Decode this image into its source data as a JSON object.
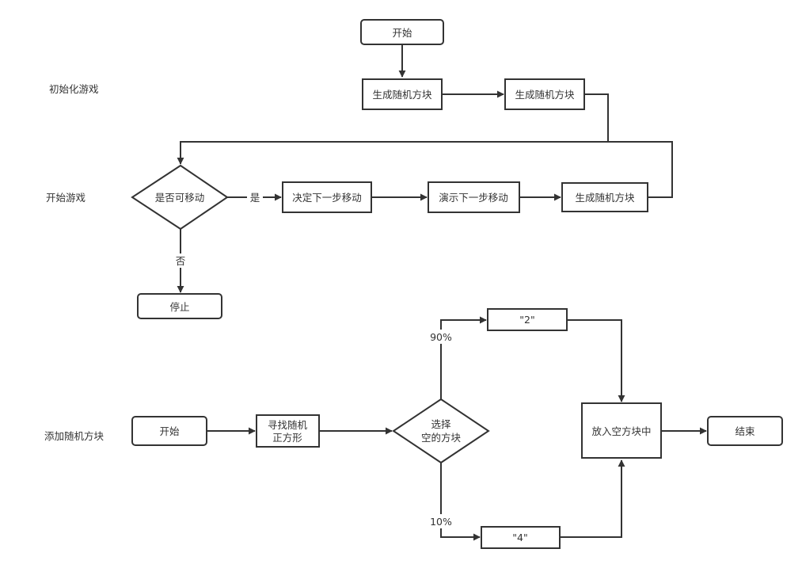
{
  "lanes": {
    "init": "初始化游戏",
    "play": "开始游戏",
    "add": "添加随机方块"
  },
  "nodes": {
    "start1": "开始",
    "gen1": "生成随机方块",
    "gen2": "生成随机方块",
    "can_move": "是否可移动",
    "decide": "决定下一步移动",
    "demo": "演示下一步移动",
    "gen3": "生成随机方块",
    "stop": "停止",
    "start2": "开始",
    "find_line1": "寻找随机",
    "find_line2": "正方形",
    "choose_line1": "选择",
    "choose_line2": "空的方块",
    "val2": "\"2\"",
    "val4": "\"4\"",
    "place": "放入空方块中",
    "end": "结束"
  },
  "edge_labels": {
    "yes": "是",
    "no": "否",
    "p90": "90%",
    "p10": "10%"
  }
}
